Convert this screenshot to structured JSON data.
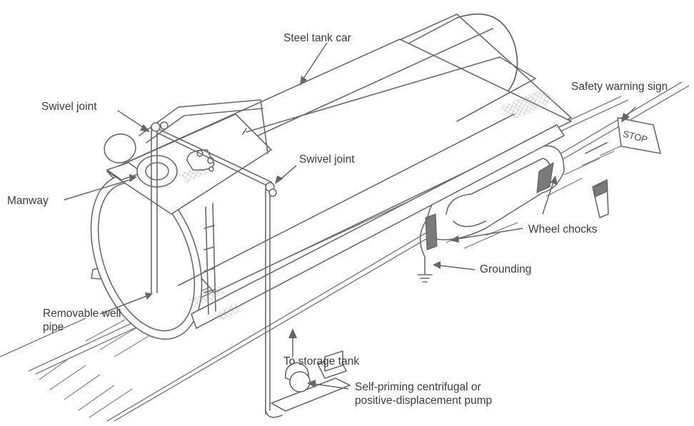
{
  "labels": {
    "steel_tank_car": "Steel tank car",
    "safety_warning_sign": "Safety warning sign",
    "swivel_joint_top": "Swivel joint",
    "swivel_joint_mid": "Swivel joint",
    "manway": "Manway",
    "wheel_chocks": "Wheel chocks",
    "grounding": "Grounding",
    "removable_well_pipe": "Removable well pipe",
    "to_storage_tank": "To storage tank",
    "pump": "Self-priming centrifugal or positive-displacement pump"
  },
  "sign_text": "STOP",
  "colors": {
    "line": "#6a6a6a",
    "text": "#3c3c3c",
    "accent_dark": "#7a7a7a"
  }
}
